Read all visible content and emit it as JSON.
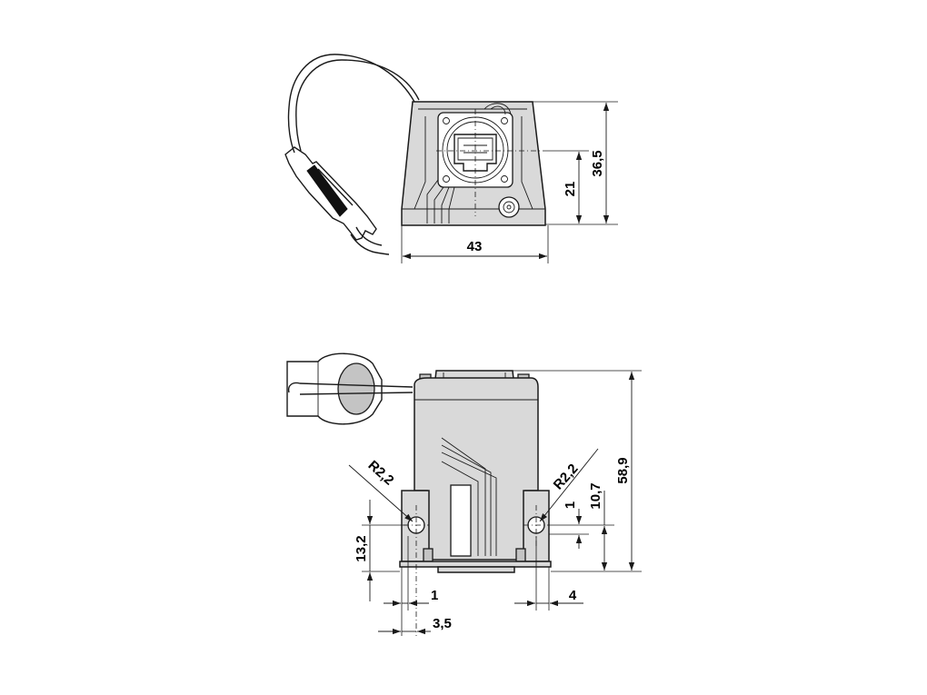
{
  "dimensions": {
    "front_width": "43",
    "front_height_total": "36,5",
    "front_height_center": "21",
    "side_height_total": "58,9",
    "side_hole_height": "10,7",
    "side_hole_offset": "1",
    "left_hole_height": "13,2",
    "left_radius": "R2,2",
    "right_radius": "R2,2",
    "left_offset_small": "1",
    "left_offset_large": "3,5",
    "right_offset": "4"
  }
}
